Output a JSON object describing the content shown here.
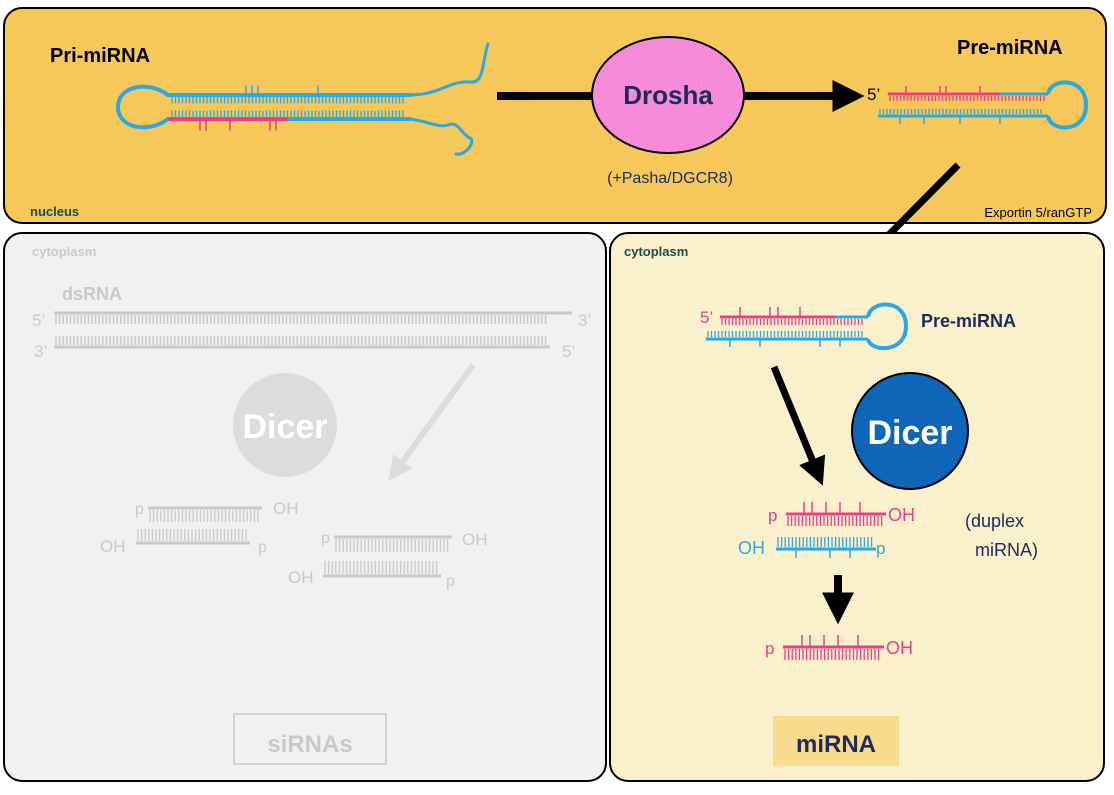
{
  "nucleus": {
    "label": "nucleus",
    "pri_mirna_title": "Pri-miRNA",
    "pre_mirna_title": "Pre-miRNA",
    "pre_mirna_5prime": "5’",
    "drosha_label": "Drosha",
    "drosha_cofactor": "(+Pasha/DGCR8)",
    "exportin_label": "Exportin 5/ranGTP"
  },
  "sirna_panel": {
    "region_label": "cytoplasm",
    "dsrna_title": "dsRNA",
    "end_5_top": "5’",
    "end_3_top": "3’",
    "end_3_bottom": "3’",
    "end_5_bottom": "5’",
    "dicer_label": "Dicer",
    "p": "p",
    "oh": "OH",
    "footer": "siRNAs"
  },
  "mirna_panel": {
    "region_label": "cytoplasm",
    "pre_mirna_title": "Pre-miRNA",
    "pre_mirna_5prime": "5’",
    "dicer_label": "Dicer",
    "p": "p",
    "oh": "OH",
    "duplex_line1": "(duplex",
    "duplex_line2": "miRNA)",
    "footer": "miRNA"
  },
  "colors": {
    "nucleus_bg": "#f6c85a",
    "mirna_panel_bg": "#fbf0cc",
    "sirna_panel_bg": "#f1f1f1",
    "rna_blue": "#2aa8e6",
    "mirna_pink": "#ea3f86",
    "drosha_fill": "#f78ad9",
    "dicer_fill": "#0f66b8",
    "faded_gray": "#c9c9c9",
    "text_navy": "#1f2a5c",
    "label_teal": "#1b4f4a"
  }
}
